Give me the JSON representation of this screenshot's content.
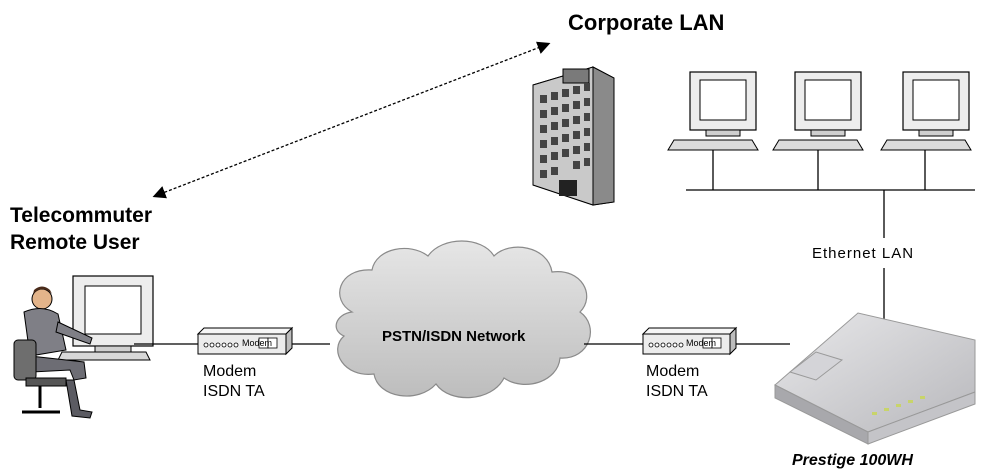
{
  "corporate_lan": "Corporate LAN",
  "telecommuter": {
    "line1": "Telecommuter",
    "line2": "Remote User"
  },
  "ethernet_lan": "Ethernet LAN",
  "cloud_label": "PSTN/ISDN Network",
  "left_device": {
    "line1": "Modem",
    "line2": "ISDN TA",
    "box_text": "Modem"
  },
  "right_device": {
    "line1": "Modem",
    "line2": "ISDN TA",
    "box_text": "Modem"
  },
  "product": "Prestige 100WH"
}
